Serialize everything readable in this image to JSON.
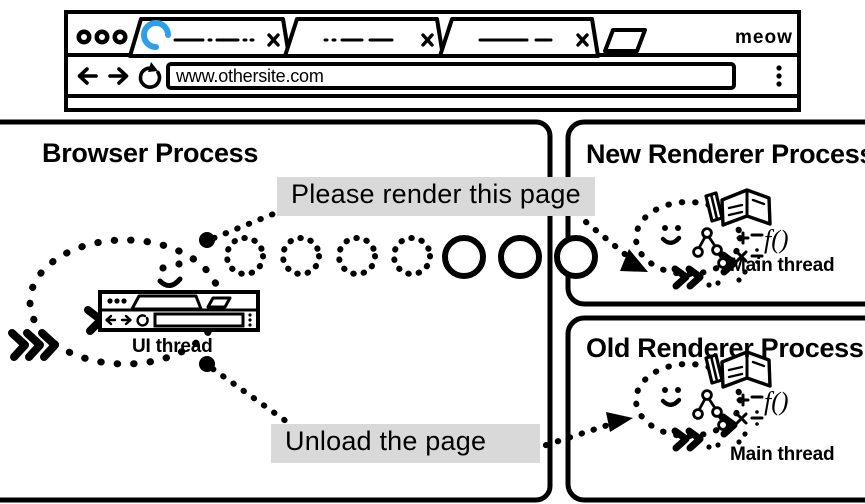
{
  "browser_window": {
    "tabs": [
      {
        "name": "active-tab",
        "state": "loading",
        "spinner_color": "#2f9fe8",
        "close_icon": "close-icon"
      },
      {
        "name": "tab-2",
        "state": "idle",
        "close_icon": "close-icon"
      },
      {
        "name": "tab-3",
        "state": "idle",
        "close_icon": "close-icon"
      }
    ],
    "new_tab_label": "new-tab-button",
    "profile_label": "meow",
    "toolbar": {
      "back_icon": "arrow-left-icon",
      "forward_icon": "arrow-right-icon",
      "reload_icon": "reload-icon",
      "menu_icon": "kebab-menu-icon",
      "address_value": "www.othersite.com"
    },
    "window_controls": [
      "dot",
      "dot",
      "dot"
    ]
  },
  "panels": {
    "browser_process": {
      "title": "Browser Process",
      "thread_label": "UI thread",
      "thread_icon": "browser-window-icon",
      "face_icon": "smiley-face-icon"
    },
    "new_renderer": {
      "title": "New Renderer Process",
      "thread_label": "Main thread",
      "face_icon": "smiley-face-icon",
      "tool_icons": [
        "book-icon",
        "pencil-icon",
        "ruler-icon",
        "node-graph-icon",
        "math-symbols-icon",
        "function-icon"
      ]
    },
    "old_renderer": {
      "title": "Old Renderer Process",
      "thread_label": "Main thread",
      "face_icon": "smiley-face-icon",
      "tool_icons": [
        "book-icon",
        "pencil-icon",
        "ruler-icon",
        "node-graph-icon",
        "math-symbols-icon",
        "function-icon"
      ]
    }
  },
  "messages": {
    "render_request": "Please render this page",
    "unload_request": "Unload the page"
  },
  "ipc_circles": {
    "dotted_count": 4,
    "solid_count": 3
  },
  "colors": {
    "ink": "#000000",
    "label_bg": "#d9d9d9",
    "spinner": "#2f9fe8",
    "page": "#ffffff"
  }
}
